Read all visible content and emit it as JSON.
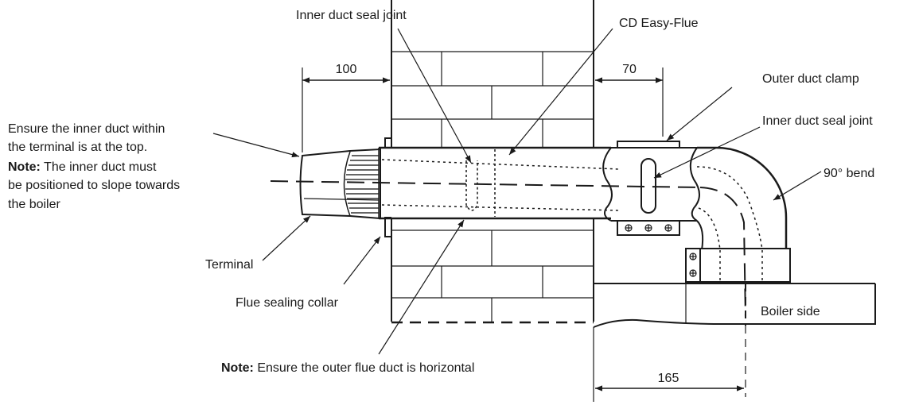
{
  "labels": {
    "inner_seal_top": "Inner duct seal joint",
    "cd_easy_flue": "CD Easy-Flue",
    "outer_clamp": "Outer duct clamp",
    "inner_seal_right": "Inner duct seal joint",
    "bend": "90° bend",
    "terminal": "Terminal",
    "collar": "Flue sealing collar",
    "boiler_side": "Boiler side"
  },
  "ensure_note": {
    "line1": "Ensure the inner duct within",
    "line2": "the terminal is at the top.",
    "note_label": "Note:",
    "line3_rest": " The inner duct must",
    "line4": "be positioned to slope towards",
    "line5": "the boiler"
  },
  "bottom_note": {
    "note_label": "Note:",
    "text": " Ensure the outer flue duct is horizontal"
  },
  "dimensions": {
    "d100": "100",
    "d70": "70",
    "d165": "165"
  }
}
